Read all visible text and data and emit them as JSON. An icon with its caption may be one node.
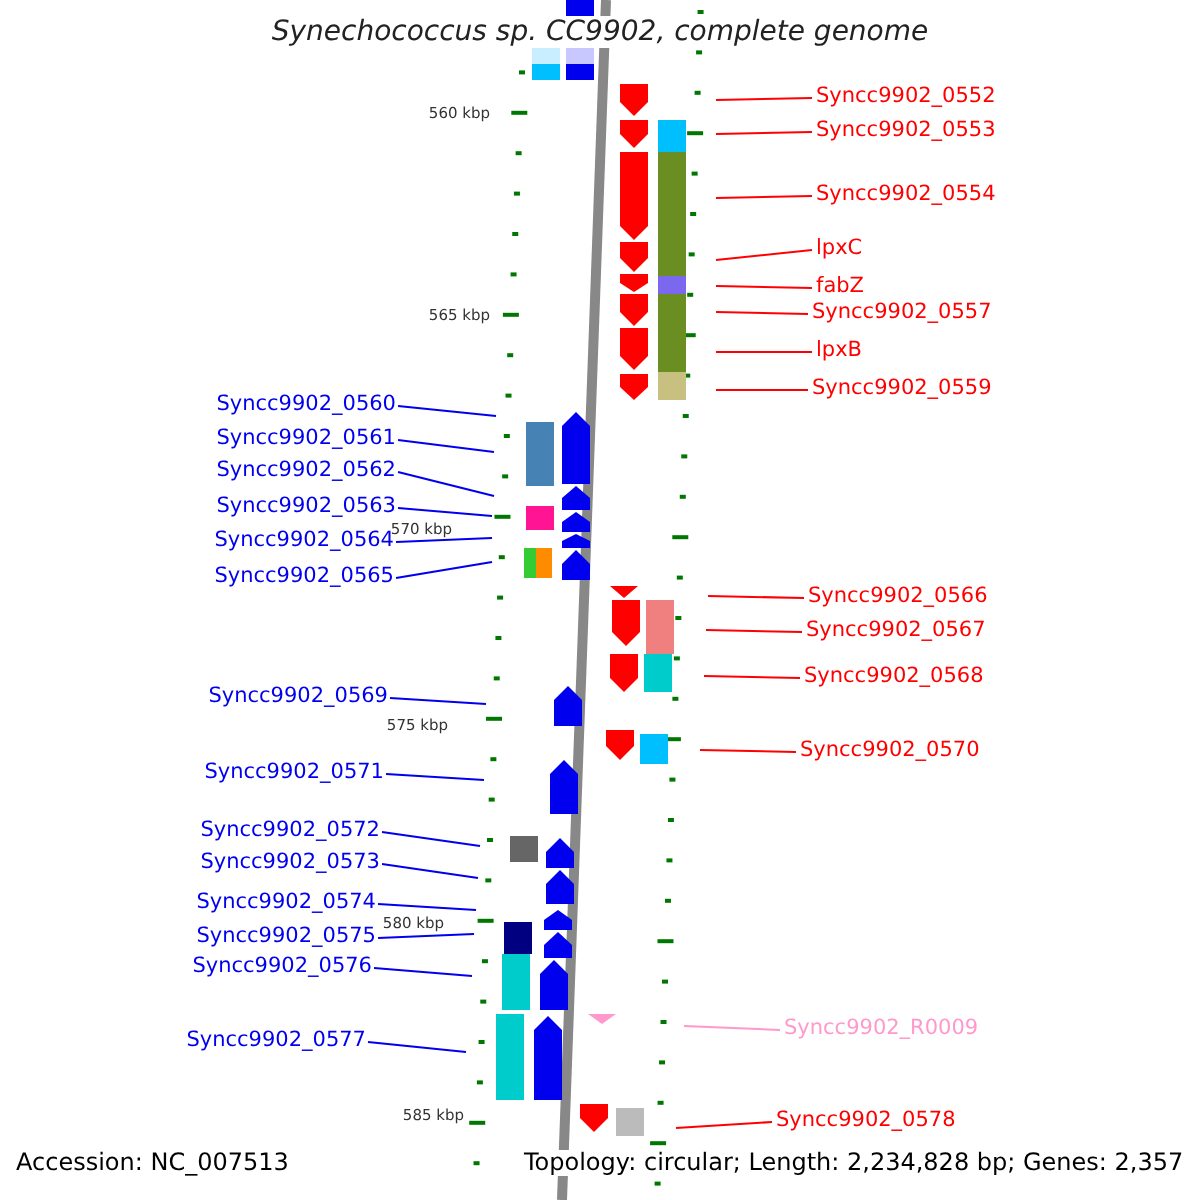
{
  "diagram": {
    "title": "Synechococcus sp. CC9902, complete genome",
    "nodes": [
      {
        "text": [
          "Syncc9902_0552"
        ]
      },
      {
        "text": [
          "Syncc9902_0553"
        ]
      },
      {
        "text": [
          "Syncc9902_0554"
        ]
      },
      {
        "text": [
          "lpxC"
        ]
      },
      {
        "text": [
          "fabZ"
        ]
      },
      {
        "text": [
          "Syncc9902_0557"
        ]
      },
      {
        "text": [
          "lpxB"
        ]
      },
      {
        "text": [
          "Syncc9902_0559"
        ]
      },
      {
        "text": [
          "Syncc9902_0560"
        ]
      },
      {
        "text": [
          "Syncc9902_0561"
        ]
      },
      {
        "text": [
          "Syncc9902_0562"
        ]
      },
      {
        "text": [
          "Syncc9902_0563"
        ]
      },
      {
        "text": [
          "Syncc9902_0564"
        ]
      },
      {
        "text": [
          "Syncc9902_0565"
        ]
      },
      {
        "text": [
          "Syncc9902_0566"
        ]
      },
      {
        "text": [
          "Syncc9902_0567"
        ]
      },
      {
        "text": [
          "Syncc9902_0568"
        ]
      },
      {
        "text": [
          "Syncc9902_0569"
        ]
      },
      {
        "text": [
          "Syncc9902_0570"
        ]
      },
      {
        "text": [
          "Syncc9902_0571"
        ]
      },
      {
        "text": [
          "Syncc9902_0572"
        ]
      },
      {
        "text": [
          "Syncc9902_0573"
        ]
      },
      {
        "text": [
          "Syncc9902_0574"
        ]
      },
      {
        "text": [
          "Syncc9902_0575"
        ]
      },
      {
        "text": [
          "Syncc9902_0576"
        ]
      },
      {
        "text": [
          "Syncc9902_R0009"
        ]
      },
      {
        "text": [
          "Syncc9902_0577"
        ]
      },
      {
        "text": [
          "Syncc9902_0578"
        ]
      }
    ],
    "edges": [
      {
        "from": 0,
        "to": null,
        "arrow": "none",
        "color": "#ff0000"
      },
      {
        "from": 1,
        "to": null,
        "arrow": "none",
        "color": "#ff0000"
      },
      {
        "from": 2,
        "to": null,
        "arrow": "none",
        "color": "#ff0000"
      },
      {
        "from": 3,
        "to": null,
        "arrow": "none",
        "color": "#ff0000"
      },
      {
        "from": 4,
        "to": null,
        "arrow": "none",
        "color": "#ff0000"
      },
      {
        "from": 5,
        "to": null,
        "arrow": "none",
        "color": "#ff0000"
      },
      {
        "from": 6,
        "to": null,
        "arrow": "none",
        "color": "#ff0000"
      },
      {
        "from": 7,
        "to": null,
        "arrow": "none",
        "color": "#ff0000"
      },
      {
        "from": 8,
        "to": null,
        "arrow": "none"
      },
      {
        "from": 9,
        "to": null,
        "arrow": "none"
      },
      {
        "from": 10,
        "to": null,
        "arrow": "none"
      },
      {
        "from": 11,
        "to": null,
        "arrow": "none"
      },
      {
        "from": 12,
        "to": null,
        "arrow": "none"
      },
      {
        "from": 13,
        "to": null,
        "arrow": "none"
      },
      {
        "from": 14,
        "to": null,
        "arrow": "none",
        "color": "#ff0000"
      },
      {
        "from": 15,
        "to": null,
        "arrow": "none",
        "color": "#ff0000"
      },
      {
        "from": 16,
        "to": null,
        "arrow": "none",
        "color": "#ff0000"
      },
      {
        "from": 17,
        "to": null,
        "arrow": "none"
      },
      {
        "from": 18,
        "to": null,
        "arrow": "none",
        "color": "#ff0000"
      },
      {
        "from": 19,
        "to": null,
        "arrow": "none"
      },
      {
        "from": 20,
        "to": null,
        "arrow": "none"
      },
      {
        "from": 21,
        "to": null,
        "arrow": "none"
      },
      {
        "from": 22,
        "to": null,
        "arrow": "none"
      },
      {
        "from": 23,
        "to": null,
        "arrow": "none"
      },
      {
        "from": 24,
        "to": null,
        "arrow": "none"
      },
      {
        "from": 25,
        "to": null,
        "arrow": "none",
        "color": "#ff99cc"
      },
      {
        "from": 26,
        "to": null,
        "arrow": "none"
      },
      {
        "from": 27,
        "to": null,
        "arrow": "none",
        "color": "#ff0000"
      }
    ],
    "labels": [
      "560 kbp",
      "565 kbp",
      "570 kbp",
      "575 kbp",
      "580 kbp",
      "585 kbp",
      "Accession: NC_007513",
      "Topology: circular; Length: 2,234,828 bp; Genes: 2,357"
    ]
  }
}
